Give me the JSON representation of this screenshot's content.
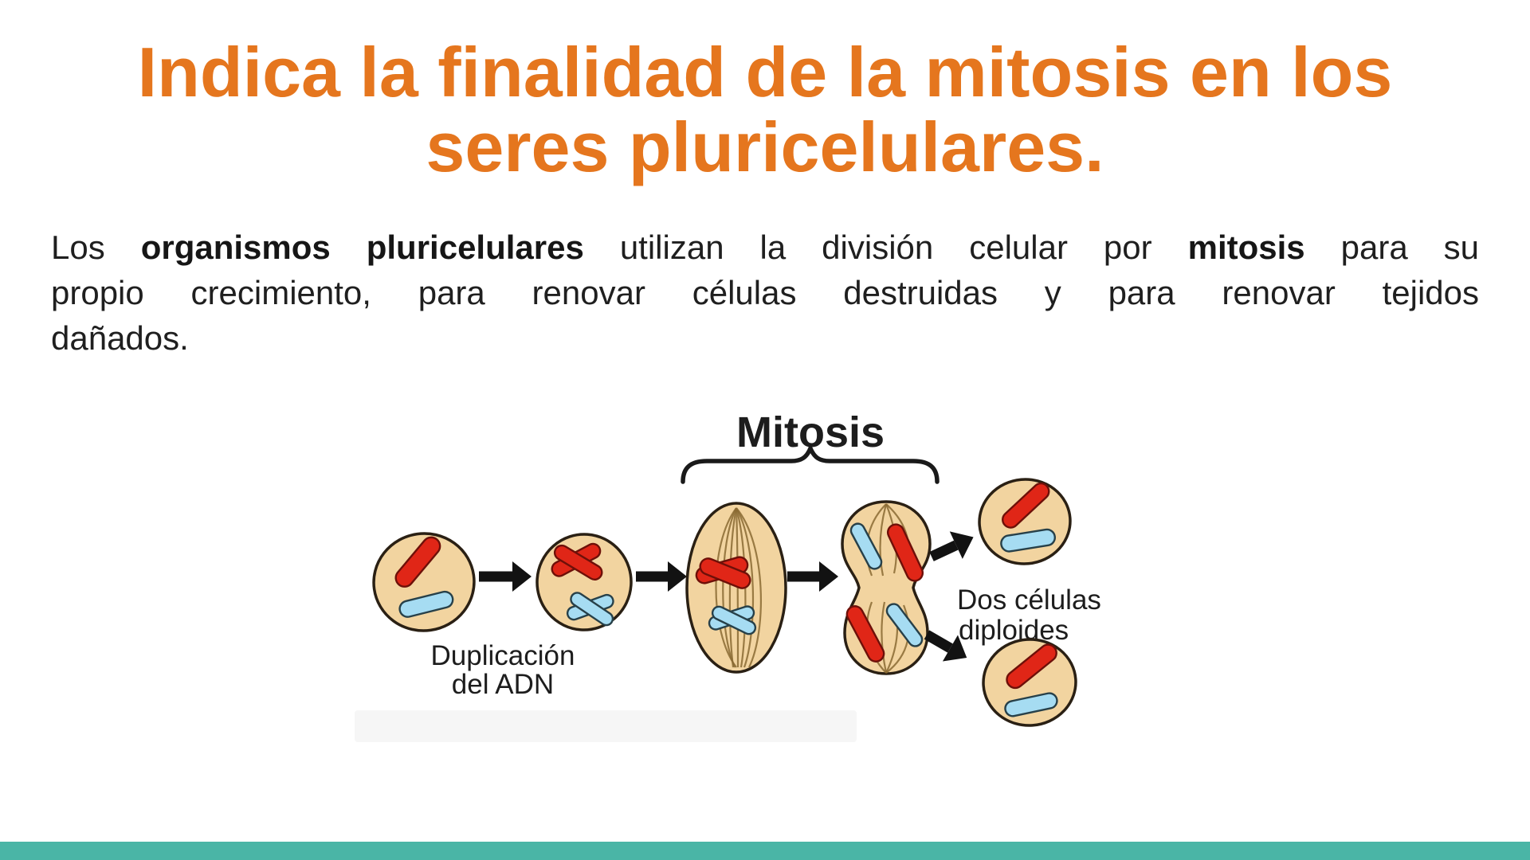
{
  "slide": {
    "title": {
      "line1": "Indica la finalidad de la mitosis en los",
      "line2": "seres pluricelulares."
    },
    "body": {
      "lines": [
        {
          "justify": true,
          "segments": [
            {
              "text": "Los ",
              "bold": false
            },
            {
              "text": "organismos pluricelulares",
              "bold": true
            },
            {
              "text": " utilizan la división celular por ",
              "bold": false
            },
            {
              "text": "mitosis",
              "bold": true
            },
            {
              "text": " para su",
              "bold": false
            }
          ]
        },
        {
          "justify": true,
          "segments": [
            {
              "text": "propio crecimiento, para renovar células destruidas y para renovar tejidos",
              "bold": false
            }
          ]
        },
        {
          "justify": false,
          "segments": [
            {
              "text": "dañados.",
              "bold": false
            }
          ]
        }
      ]
    },
    "diagram": {
      "labels": {
        "mitosis": "Mitosis",
        "duplication_line1": "Duplicación",
        "duplication_line2": "del ADN",
        "daughters_line1": "Dos células",
        "daughters_line2": "diploides"
      }
    },
    "colors": {
      "title": "#E5761E",
      "body_text": "#1F1F1F",
      "accent_bar": "#4AB5A6",
      "cell_fill": "#F2D4A0",
      "cell_outline": "#2A2014",
      "chromosome_red": "#E02617",
      "chromosome_blue": "#A6DCF2",
      "diagram_text": "#1D1D1D"
    }
  }
}
